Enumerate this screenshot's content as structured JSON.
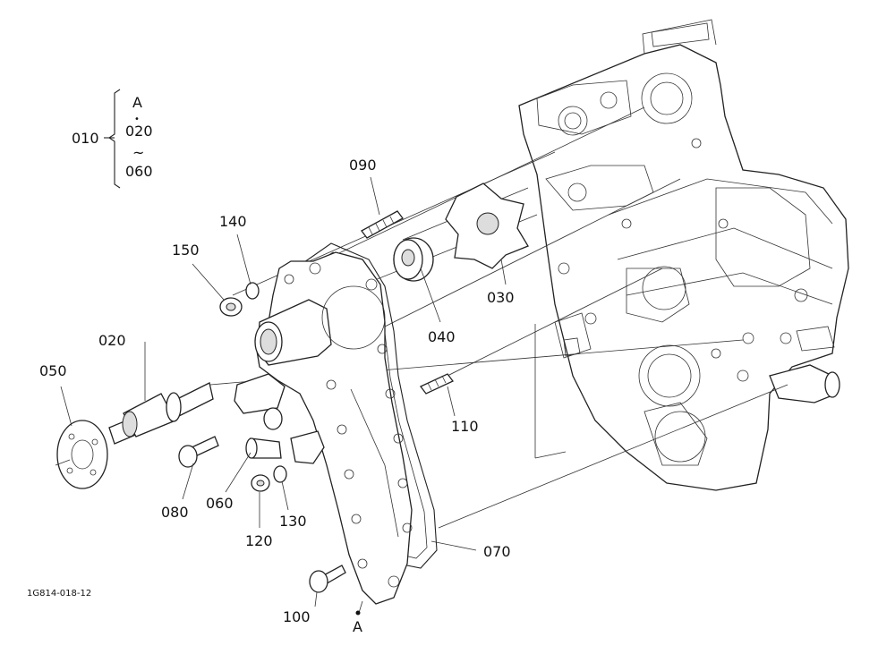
{
  "bracket": {
    "parent": "010",
    "top": "A",
    "dot": "•",
    "from": "020",
    "tilde": "~",
    "to": "060"
  },
  "callouts": {
    "c020": "020",
    "c030": "030",
    "c040": "040",
    "c050": "050",
    "c060": "060",
    "c070": "070",
    "c080": "080",
    "c090": "090",
    "c100": "100",
    "c110": "110",
    "c120": "120",
    "c130": "130",
    "c140": "140",
    "c150": "150"
  },
  "markers": {
    "bottom_ref": "A"
  },
  "drawing_code": "1G814-018-12",
  "colors": {
    "line": "#222222",
    "background": "#ffffff"
  }
}
